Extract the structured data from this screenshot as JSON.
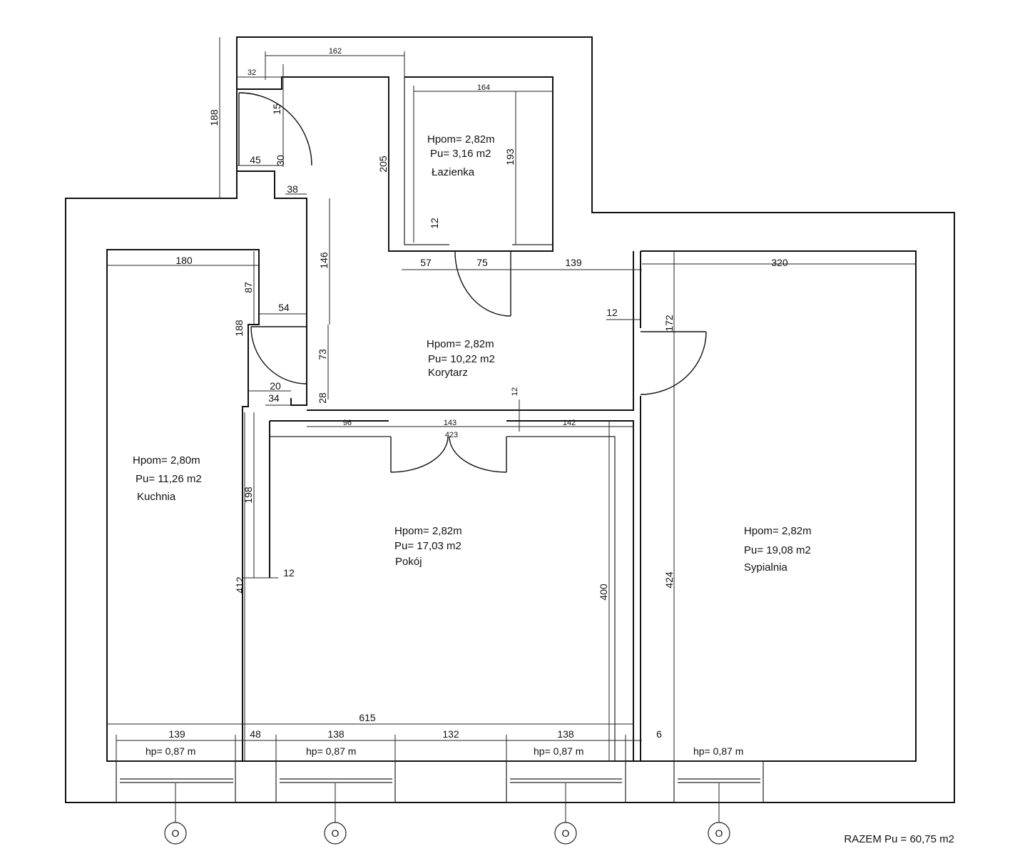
{
  "rooms": {
    "lazienka": {
      "hpom": "Hpom= 2,82m",
      "pu": "Pu= 3,16 m2",
      "name": "Łazienka"
    },
    "korytarz": {
      "hpom": "Hpom= 2,82m",
      "pu": "Pu= 10,22 m2",
      "name": "Korytarz"
    },
    "kuchnia": {
      "hpom": "Hpom= 2,80m",
      "pu": "Pu= 11,26 m2",
      "name": "Kuchnia"
    },
    "pokoj": {
      "hpom": "Hpom= 2,82m",
      "pu": "Pu= 17,03 m2",
      "name": "Pokój"
    },
    "sypialnia": {
      "hpom": "Hpom= 2,82m",
      "pu": "Pu= 19,08 m2",
      "name": "Sypialnia"
    }
  },
  "dims": {
    "d162": "162",
    "d32": "32",
    "d164": "164",
    "d188a": "188",
    "d15": "15",
    "d205": "205",
    "d193": "193",
    "d45": "45",
    "d30": "30",
    "d38": "38",
    "d12a": "12",
    "d146": "146",
    "d57": "57",
    "d75": "75",
    "d139a": "139",
    "d320": "320",
    "d180": "180",
    "d87": "87",
    "d54": "54",
    "d12b": "12",
    "d172": "172",
    "d188b": "188",
    "d73": "73",
    "d20": "20",
    "d34": "34",
    "d28": "28",
    "d12c": "12",
    "d96": "96",
    "d143": "143",
    "d423": "423",
    "d142": "142",
    "d198": "198",
    "d12d": "12",
    "d412": "412",
    "d400": "400",
    "d424": "424",
    "d615": "615",
    "d139b": "139",
    "d48": "48",
    "d138a": "138",
    "d132": "132",
    "d138b": "138",
    "d6": "6"
  },
  "windows": [
    "hp= 0,87 m",
    "hp= 0,87 m",
    "hp= 0,87 m",
    "hp= 0,87 m"
  ],
  "radiators": [
    "O",
    "O",
    "O",
    "O"
  ],
  "total": "RAZEM Pu = 60,75 m2"
}
